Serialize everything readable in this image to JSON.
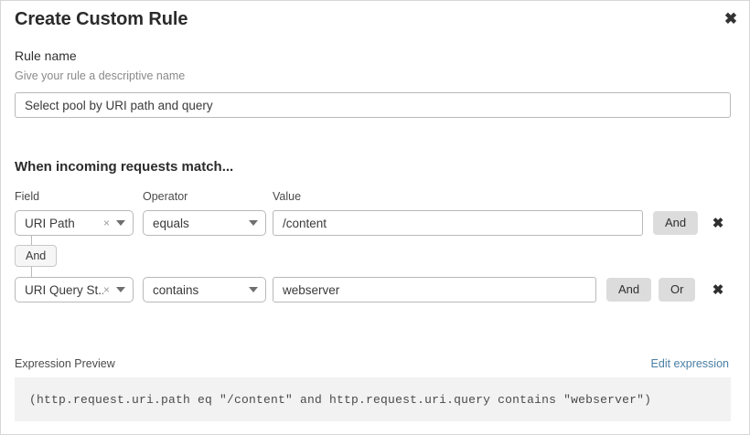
{
  "dialog": {
    "title": "Create Custom Rule",
    "close_icon": "close-icon"
  },
  "rule_name": {
    "label": "Rule name",
    "helper": "Give your rule a descriptive name",
    "value": "Select pool by URI path and query",
    "placeholder": ""
  },
  "conditions": {
    "heading": "When incoming requests match...",
    "columns": {
      "field": "Field",
      "operator": "Operator",
      "value": "Value"
    },
    "connector_label": "And",
    "rows": [
      {
        "field": "URI Path",
        "operator": "equals",
        "value": "/content",
        "buttons": [
          "And"
        ],
        "delete_label": "✖",
        "clear_label": "×"
      },
      {
        "field": "URI Query St...",
        "operator": "contains",
        "value": "webserver",
        "buttons": [
          "And",
          "Or"
        ],
        "delete_label": "✖",
        "clear_label": "×"
      }
    ]
  },
  "expression": {
    "label": "Expression Preview",
    "edit_link": "Edit expression",
    "code": "(http.request.uri.path eq \"/content\" and http.request.uri.query contains \"webserver\")"
  },
  "colors": {
    "link": "#4a7fa5",
    "chip_bg": "#dcdcdc",
    "preview_bg": "#f2f2f2",
    "border": "#b9b9b9"
  }
}
